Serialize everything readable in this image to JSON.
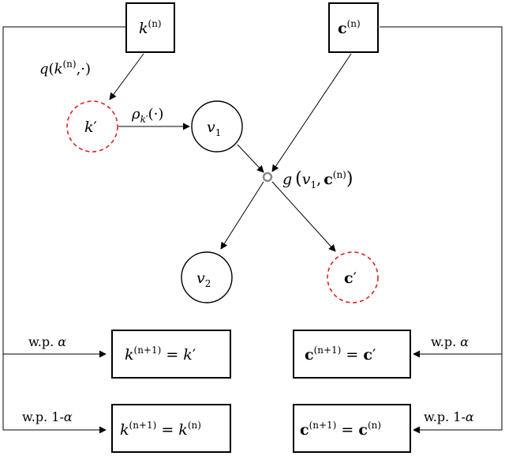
{
  "nodes": {
    "k_n": {
      "base": "k",
      "sup": "(n)"
    },
    "c_n": {
      "base": "c",
      "sup": "(n)"
    },
    "k_prime": {
      "base": "k",
      "prime": "′"
    },
    "v1": {
      "base": "v",
      "sub": "1"
    },
    "v2": {
      "base": "v",
      "sub": "2"
    },
    "c_prime": {
      "base": "c",
      "prime": "′"
    },
    "g_label": {
      "fn": "g",
      "open": "(",
      "v": "v",
      "vsub": "1",
      "comma": ",",
      "c": "c",
      "csup": "(n)",
      "close": ")"
    }
  },
  "edges": {
    "q_label": {
      "fn": "q",
      "open": "(",
      "k": "k",
      "ksup": "(n)",
      "rest": ",·)"
    },
    "rho_label": {
      "fn": "ρ",
      "sub_k": "k",
      "sub_prime": "′",
      "arg": "(·)"
    }
  },
  "boxes": {
    "k_accept": {
      "lhs": "k",
      "sup": "(n+1)",
      "eq": " = ",
      "rhs": "k",
      "rhs_prime": "′"
    },
    "k_reject": {
      "lhs": "k",
      "sup": "(n+1)",
      "eq": " = ",
      "rhs": "k",
      "rhs_sup": "(n)"
    },
    "c_accept": {
      "lhs": "c",
      "sup": "(n+1)",
      "eq": " = ",
      "rhs": "c",
      "rhs_prime": "′"
    },
    "c_reject": {
      "lhs": "c",
      "sup": "(n+1)",
      "eq": " = ",
      "rhs": "c",
      "rhs_sup": "(n)"
    }
  },
  "probabilities": {
    "left_accept": {
      "text": "w.p. ",
      "symbol": "α"
    },
    "left_reject": {
      "text": "w.p. 1-",
      "symbol": "α"
    },
    "right_accept": {
      "text": "w.p. ",
      "symbol": "α"
    },
    "right_reject": {
      "text": "w.p. 1-",
      "symbol": "α"
    }
  },
  "colors": {
    "proposal_node": "#e02020",
    "line": "#000000"
  }
}
